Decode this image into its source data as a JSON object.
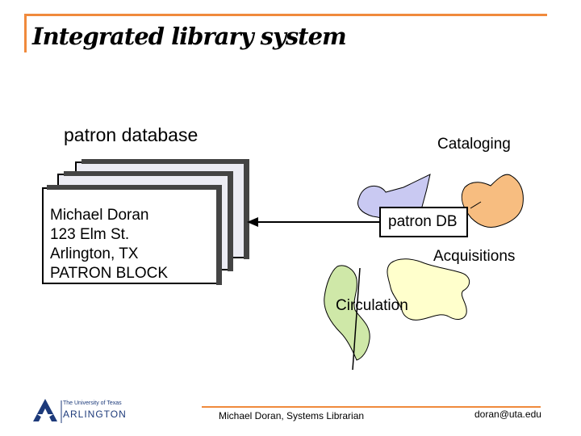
{
  "title": "Integrated library system",
  "labels": {
    "patron_database": "patron database",
    "cataloging": "Cataloging",
    "acquisitions": "Acquisitions",
    "circulation": "Circulation"
  },
  "patron_db": {
    "label": "patron DB"
  },
  "patron_card": {
    "lines": [
      "Michael Doran",
      "123 Elm St.",
      "Arlington, TX",
      "PATRON BLOCK"
    ]
  },
  "footer": {
    "author": "Michael Doran, Systems Librarian",
    "email": "doran@uta.edu",
    "logo_line1": "The University of Texas",
    "logo_line2": "ARLINGTON"
  },
  "colors": {
    "accent": "#f08a3c",
    "cataloging_blob": "#c9c9f2",
    "acquisitions_blob": "#ffffcc",
    "circulation_blob": "#cfe8a8",
    "orange_blob": "#f7bd80",
    "card_fill": "#ececf4",
    "logo_blue": "#1d3a7a"
  }
}
